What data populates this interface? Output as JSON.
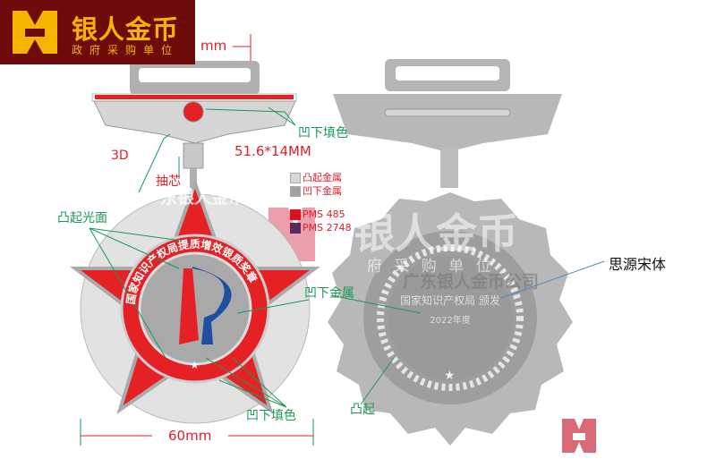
{
  "brand": {
    "title": "银人金币",
    "subtitle": "政府采购单位",
    "brand_color": "#6e0b0b",
    "accent": "#f5b400"
  },
  "annotations": {
    "top_dimension": "mm",
    "fill_recessed_top": "凹下填色",
    "ribbon_size": "51.6*14MM",
    "three_d": "3D",
    "core_pull": "抽芯",
    "raised_polished": "凸起光面",
    "recessed_metal": "凹下金属",
    "fill_recessed_bottom": "凹下填色",
    "width_dimension": "60mm",
    "raised": "凸起",
    "font_note": "思源宋体"
  },
  "legend": [
    {
      "label": "凸起金属",
      "color": "#d8d8d8"
    },
    {
      "label": "凹下金属",
      "color": "#a0a0a0"
    },
    {
      "label": "PMS 485",
      "color": "#d7141f"
    },
    {
      "label": "PMS 2748",
      "color": "#5a2a5e"
    }
  ],
  "front_medal": {
    "ring_text": "国家知识产权局提质增效银质奖章"
  },
  "back_medal": {
    "issuer": "国家知识产权局 颁发",
    "year": "2022年度"
  },
  "watermarks": {
    "company": "广东银人金币公司",
    "brand": "银人金币",
    "sub": "府 采 购 单 位"
  }
}
